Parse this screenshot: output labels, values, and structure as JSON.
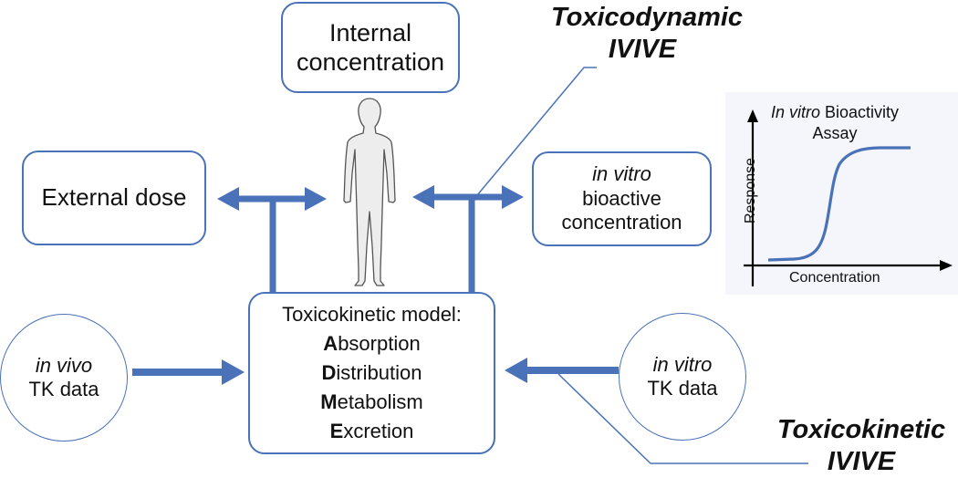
{
  "internal_concentration": {
    "line1": "Internal",
    "line2": "concentration"
  },
  "external_dose": "External dose",
  "in_vitro_bioactive": {
    "line1": "in vitro",
    "line2": "bioactive",
    "line3": "concentration"
  },
  "toxicokinetic_model": {
    "title": "Toxicokinetic model:",
    "items": [
      {
        "cap": "A",
        "rest": "bsorption"
      },
      {
        "cap": "D",
        "rest": "istribution"
      },
      {
        "cap": "M",
        "rest": "etabolism"
      },
      {
        "cap": "E",
        "rest": "xcretion"
      }
    ]
  },
  "in_vivo_tk": {
    "line1": "in vivo",
    "line2": "TK data"
  },
  "in_vitro_tk": {
    "line1": "in vitro",
    "line2": "TK data"
  },
  "toxicodynamic_ivive": {
    "line1": "Toxicodynamic",
    "line2": "IVIVE"
  },
  "toxicokinetic_ivive": {
    "line1": "Toxicokinetic",
    "line2": "IVIVE"
  },
  "bioactivity_assay": {
    "title_italic": "In vitro",
    "title_rest": " Bioactivity",
    "title_line2": "Assay",
    "ylabel": "Response",
    "xlabel": "Concentration"
  },
  "colors": {
    "accent": "#4a72b8",
    "figure_fill": "#ededed",
    "figure_stroke": "#555555"
  },
  "icons": {
    "human_figure": "human-silhouette-icon"
  }
}
